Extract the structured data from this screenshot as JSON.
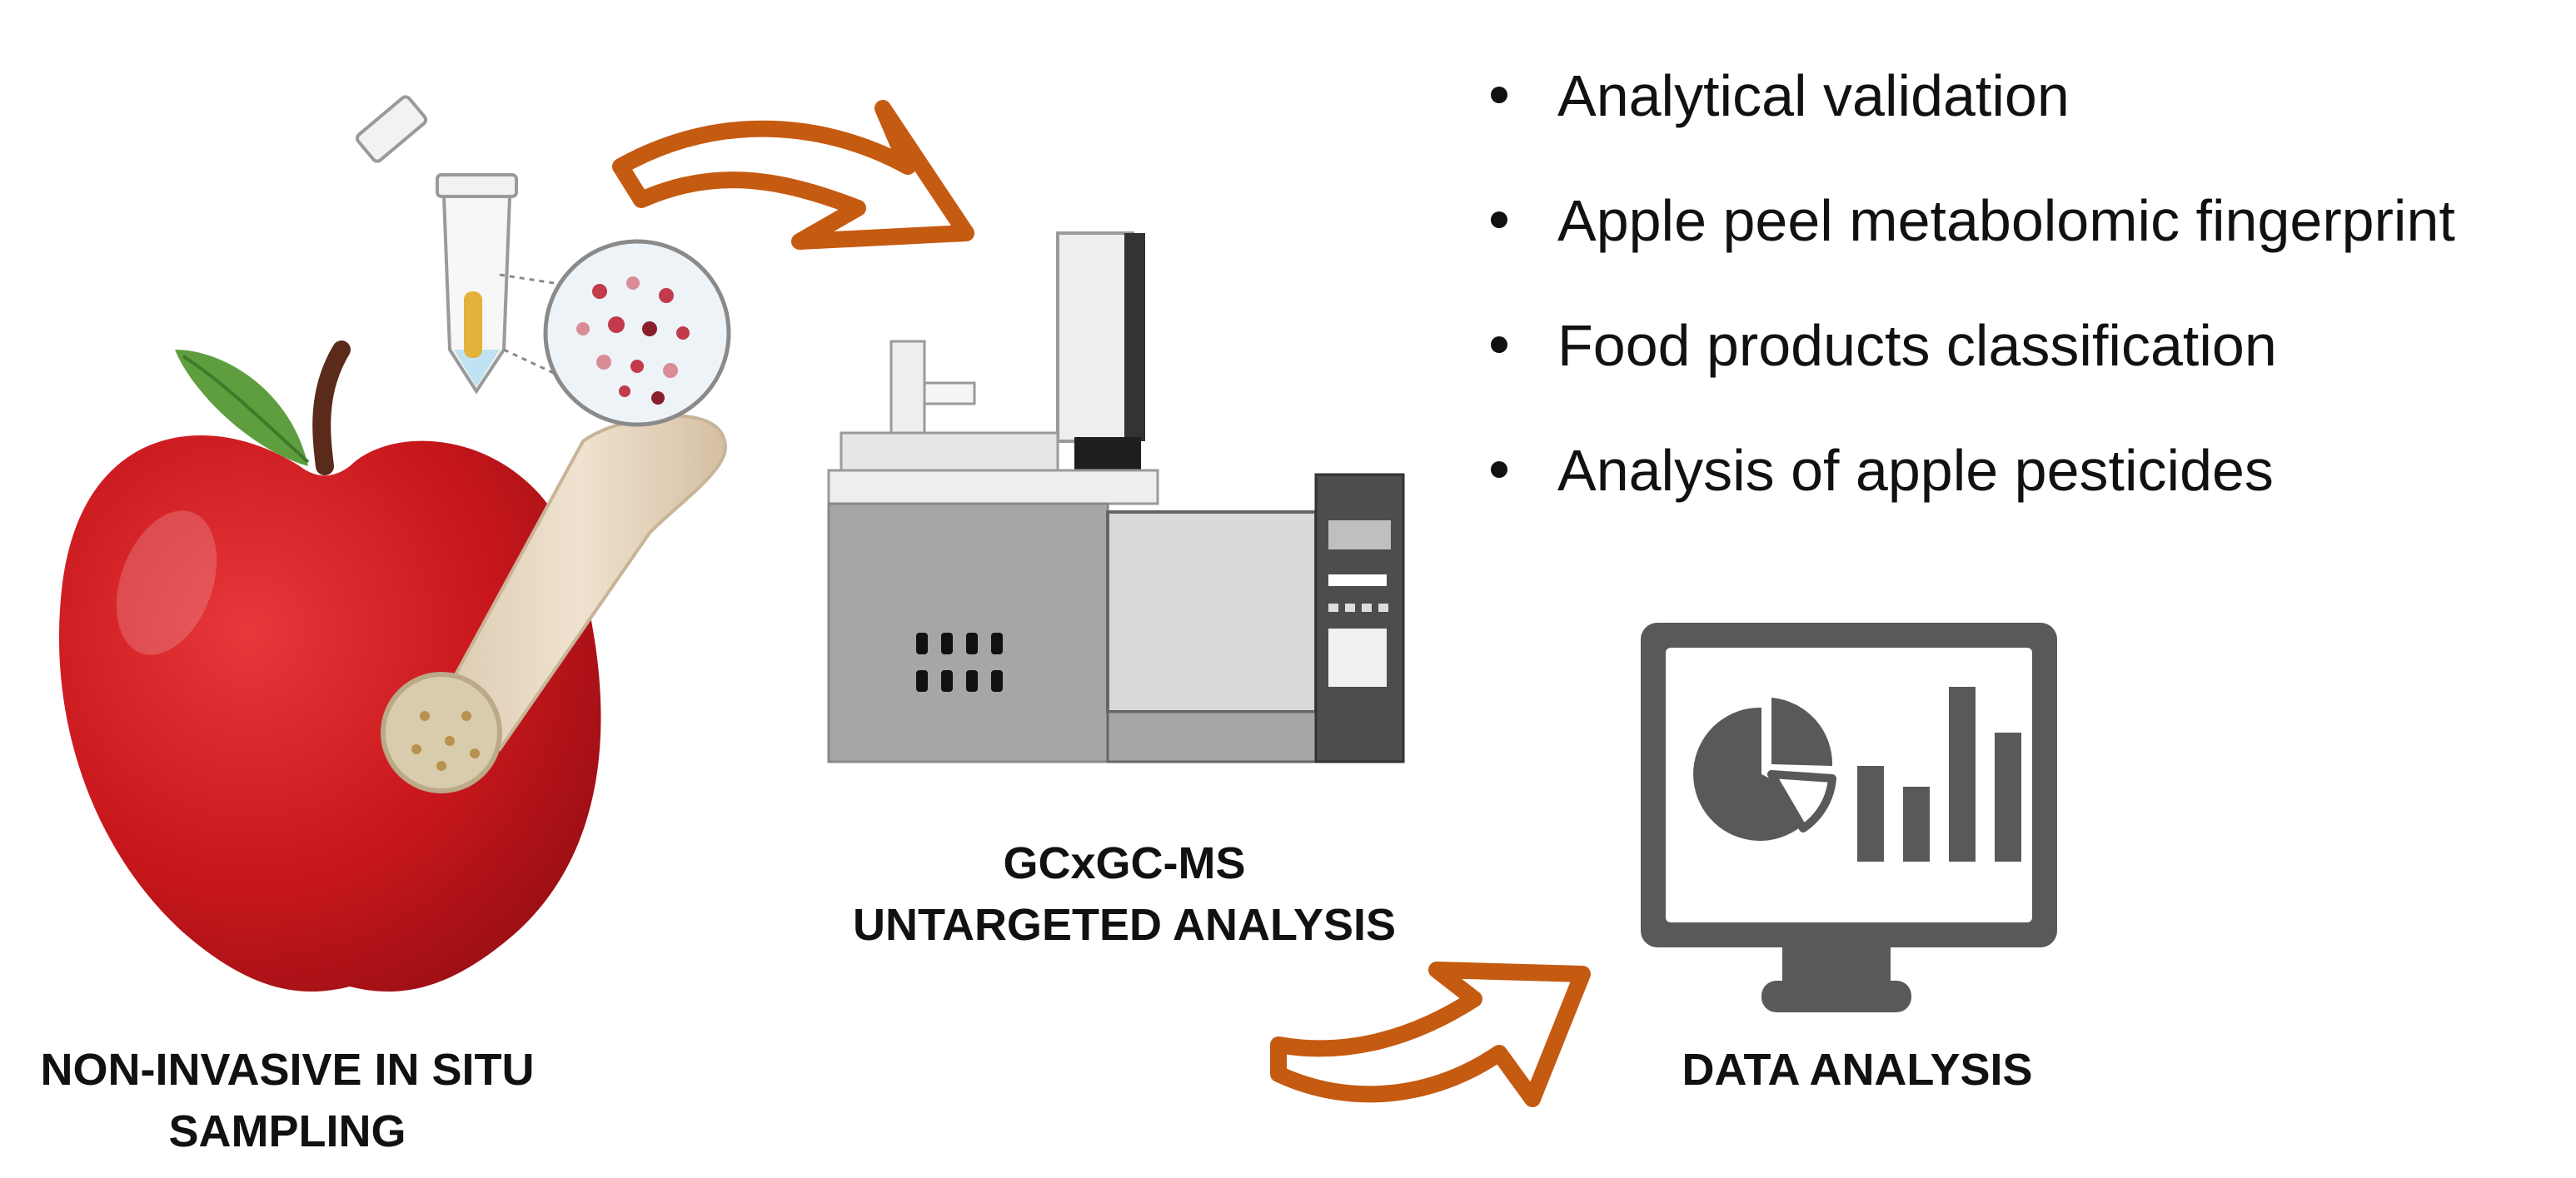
{
  "sampling": {
    "line1": "NON-INVASIVE IN SITU",
    "line2": "SAMPLING"
  },
  "instrument": {
    "line1": "GCxGC-MS",
    "line2": "UNTARGETED ANALYSIS"
  },
  "data_analysis": {
    "label": "DATA ANALYSIS"
  },
  "bullets": [
    "Analytical validation",
    "Apple peel metabolomic fingerprint",
    "Food products classification",
    "Analysis of apple pesticides"
  ],
  "colors": {
    "arrow": "#c55a11",
    "apple": "#c8171c",
    "leaf": "#5e9e3e",
    "monitor": "#595959",
    "instrument_body": "#a6a6a6",
    "text": "#111111"
  },
  "icons": [
    "apple-icon",
    "microtube-icon",
    "finger-icon",
    "magnifier-icon",
    "gc-instrument-icon",
    "monitor-icon",
    "pie-chart-icon",
    "bar-chart-icon",
    "arrow-icon"
  ]
}
